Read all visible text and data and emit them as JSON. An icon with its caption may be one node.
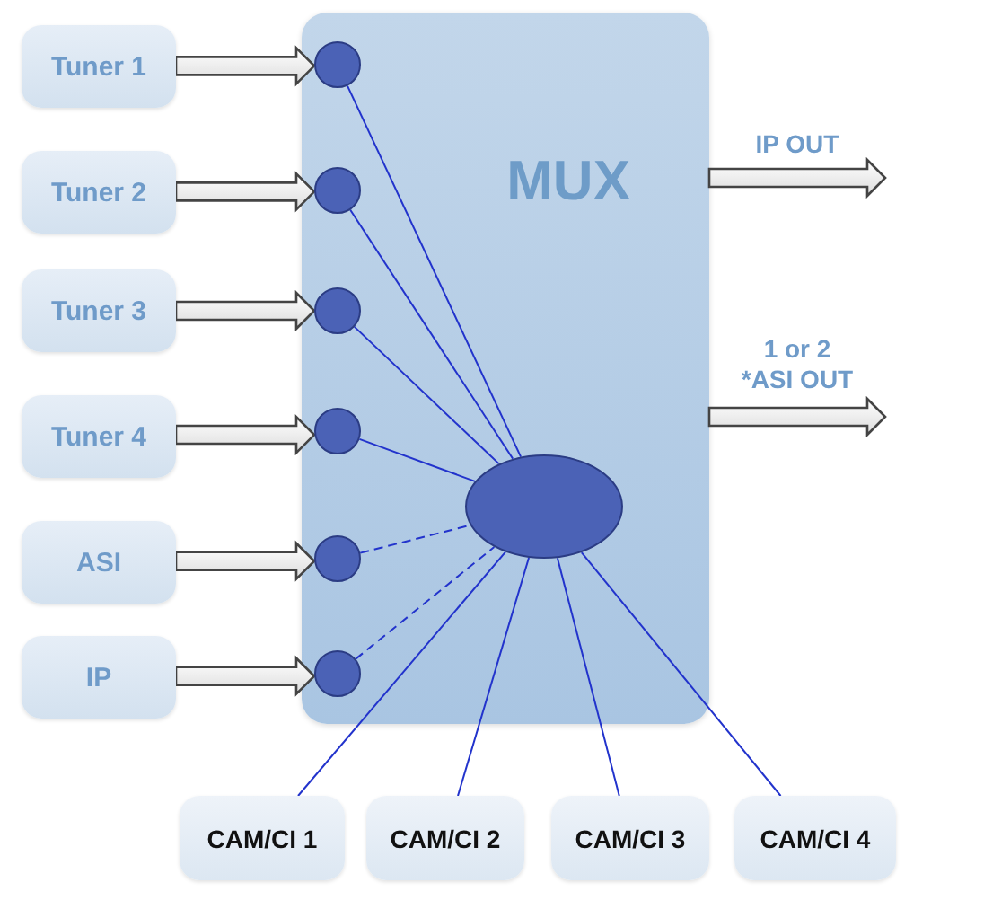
{
  "diagram": {
    "nodes": [
      {
        "text": [
          "MUX"
        ]
      },
      {
        "text": [
          "Tuner 1"
        ]
      },
      {
        "text": [
          "Tuner 2"
        ]
      },
      {
        "text": [
          "Tuner 3"
        ]
      },
      {
        "text": [
          "Tuner 4"
        ]
      },
      {
        "text": [
          "ASI"
        ]
      },
      {
        "text": [
          "IP"
        ]
      },
      {
        "text": [],
        "shape": "circle",
        "in": 0
      },
      {
        "text": [],
        "shape": "circle",
        "in": 0
      },
      {
        "text": [],
        "shape": "circle",
        "in": 0
      },
      {
        "text": [],
        "shape": "circle",
        "in": 0
      },
      {
        "text": [],
        "shape": "circle",
        "in": 0
      },
      {
        "text": [],
        "shape": "circle",
        "in": 0
      },
      {
        "text": [],
        "shape": "ellipse",
        "in": 0
      },
      {
        "text": [
          "CAM/CI 1"
        ]
      },
      {
        "text": [
          "CAM/CI 2"
        ]
      },
      {
        "text": [
          "CAM/CI 3"
        ]
      },
      {
        "text": [
          "CAM/CI 4"
        ]
      }
    ],
    "edges": [
      {
        "from": 1,
        "to": 7,
        "arrow": "to",
        "style": "thick"
      },
      {
        "from": 2,
        "to": 8,
        "arrow": "to",
        "style": "thick"
      },
      {
        "from": 3,
        "to": 9,
        "arrow": "to",
        "style": "thick"
      },
      {
        "from": 4,
        "to": 10,
        "arrow": "to",
        "style": "thick"
      },
      {
        "from": 5,
        "to": 11,
        "arrow": "to",
        "style": "thick"
      },
      {
        "from": 6,
        "to": 12,
        "arrow": "to",
        "style": "thick"
      },
      {
        "from": 7,
        "to": 13,
        "arrow": "none"
      },
      {
        "from": 8,
        "to": 13,
        "arrow": "none"
      },
      {
        "from": 9,
        "to": 13,
        "arrow": "none"
      },
      {
        "from": 10,
        "to": 13,
        "arrow": "none"
      },
      {
        "from": 11,
        "to": 13,
        "arrow": "none",
        "style": "dashed"
      },
      {
        "from": 12,
        "to": 13,
        "arrow": "none",
        "style": "dashed"
      },
      {
        "from": 13,
        "to": 14,
        "arrow": "none"
      },
      {
        "from": 13,
        "to": 15,
        "arrow": "none"
      },
      {
        "from": 13,
        "to": 16,
        "arrow": "none"
      },
      {
        "from": 13,
        "to": 17,
        "arrow": "none"
      },
      {
        "from": 0,
        "to": null,
        "arrow": "to",
        "style": "thick",
        "label": "IP OUT"
      },
      {
        "from": 0,
        "to": null,
        "arrow": "to",
        "style": "thick",
        "label": "1 or 2 *ASI OUT"
      }
    ]
  }
}
